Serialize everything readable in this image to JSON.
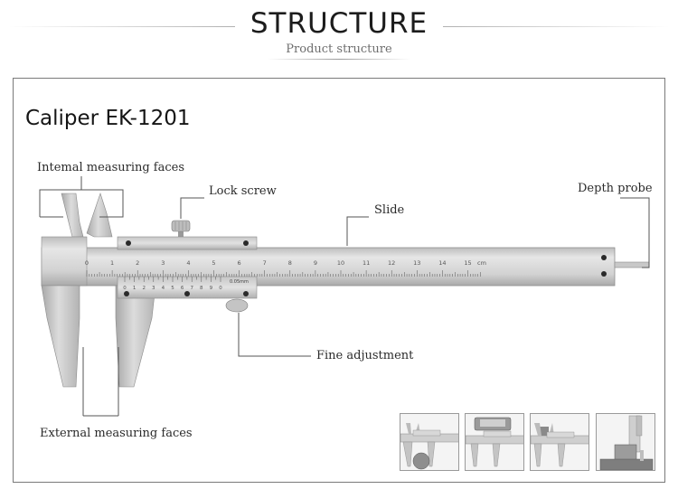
{
  "header": {
    "title": "STRUCTURE",
    "subtitle": "Product structure"
  },
  "model": "Caliper EK-1201",
  "labels": {
    "internal_faces": "Intemal measuring faces",
    "lock_screw": "Lock screw",
    "slide": "Slide",
    "depth_probe": "Depth probe",
    "fine_adjustment": "Fine adjustment",
    "external_faces": "External measuring faces"
  },
  "scale": {
    "main_numbers": [
      "0",
      "1",
      "2",
      "3",
      "4",
      "5",
      "6",
      "7",
      "8",
      "9",
      "10",
      "11",
      "12",
      "13",
      "14",
      "15"
    ],
    "unit": "cm",
    "vernier_numbers": [
      "0",
      "1",
      "2",
      "3",
      "4",
      "5",
      "6",
      "7",
      "8",
      "9",
      "0"
    ],
    "vernier_precision": "0.05mm"
  },
  "thumbnails": [
    {
      "icon": "outer-measurement-icon"
    },
    {
      "icon": "inner-measurement-icon"
    },
    {
      "icon": "step-measurement-icon"
    },
    {
      "icon": "depth-measurement-icon"
    }
  ],
  "colors": {
    "steel_light": "#d8d8d8",
    "steel_dark": "#9e9e9e",
    "line": "#555555"
  }
}
